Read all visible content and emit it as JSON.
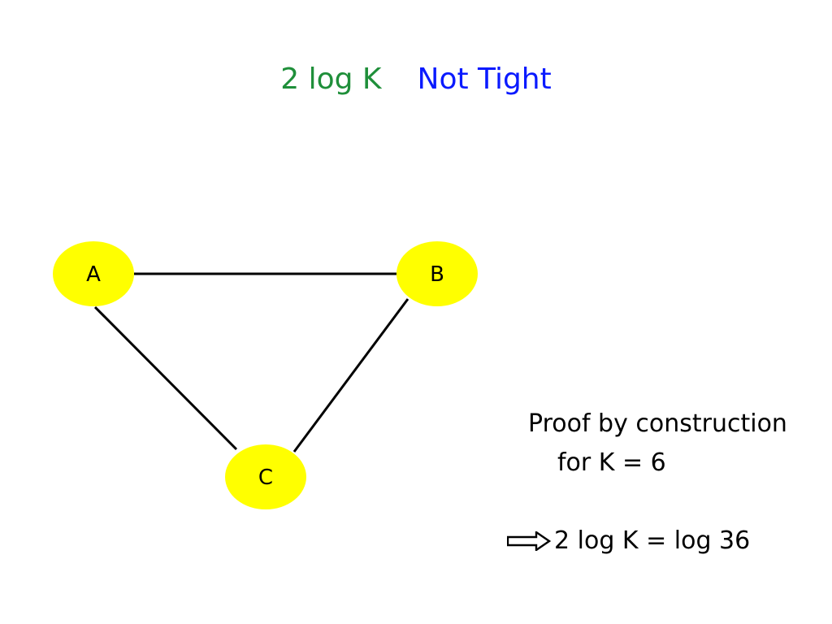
{
  "title": {
    "part1": "2 log K",
    "part2": "Not Tight",
    "part1_color": "#1f8f3a",
    "part2_color": "#0a1aff"
  },
  "graph": {
    "node_color": "#ffff00",
    "edge_color": "#000000",
    "nodes": [
      {
        "id": "A",
        "label": "A"
      },
      {
        "id": "B",
        "label": "B"
      },
      {
        "id": "C",
        "label": "C"
      }
    ],
    "edges": [
      [
        "A",
        "B"
      ],
      [
        "A",
        "C"
      ],
      [
        "B",
        "C"
      ]
    ]
  },
  "proof": {
    "line1": "Proof by construction",
    "line2": "for K = 6"
  },
  "conclusion": {
    "arrow_icon": "double-right-arrow-icon",
    "text": "2 log K = log 36"
  }
}
